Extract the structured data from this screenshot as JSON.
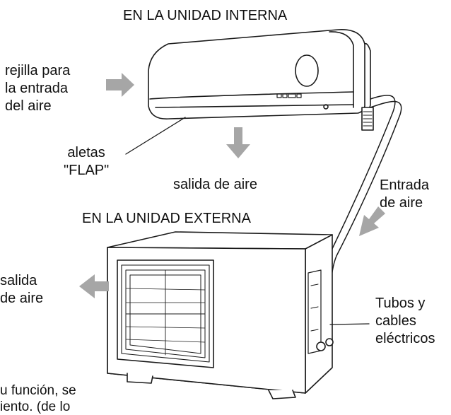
{
  "indoor_heading": "EN LA UNIDAD INTERNA",
  "outdoor_heading": "EN LA UNIDAD EXTERNA",
  "labels": {
    "air_inlet_grille": [
      "rejilla para",
      "la entrada",
      "del aire"
    ],
    "flaps": [
      "aletas",
      "\"FLAP\""
    ],
    "indoor_air_outlet": "salida de aire",
    "outdoor_air_inlet": [
      "Entrada",
      "de aire"
    ],
    "outdoor_air_outlet": [
      "salida",
      "de aire"
    ],
    "pipes_cables": [
      "Tubos y",
      "cables",
      "eléctricos"
    ]
  },
  "cut_text": [
    "u función, se",
    "iento. (de lo"
  ],
  "colors": {
    "arrow": "#a6a6a6",
    "line": "#1a1a1a",
    "fill": "#ffffff"
  }
}
